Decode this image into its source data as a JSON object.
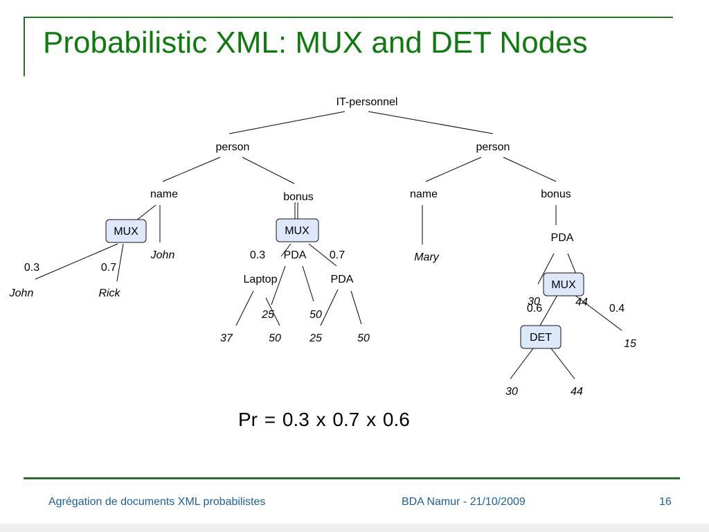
{
  "slide": {
    "title": "Probabilistic XML: MUX and DET Nodes",
    "formula": "Pr = 0.3  x 0.7 x 0.6",
    "footer": {
      "left": "Agrégation de documents XML probabilistes",
      "center": "BDA Namur - 21/10/2009",
      "page": "16"
    }
  },
  "colors": {
    "title": "#0f7a0f",
    "frame": "#2a6e2a",
    "footer": "#1b5e9b",
    "distributional_box": "#dde9fb"
  },
  "tree": {
    "root": "IT-personnel",
    "persons": [
      "person",
      "person"
    ],
    "p1": {
      "name": "name",
      "name_mux": "MUX",
      "name_value": "John",
      "mux_probs": [
        "0.3",
        "0.7"
      ],
      "mux_children": [
        "John",
        "Rick"
      ],
      "bonus": "bonus",
      "bonus_mux": "MUX",
      "bonus_probs": [
        "0.3",
        "0.7"
      ],
      "bonus_options": [
        "PDA",
        "Laptop",
        "PDA"
      ],
      "laptop_values": [
        "25",
        "37",
        "50"
      ],
      "pda_values": [
        "50",
        "25",
        "50"
      ]
    },
    "p2": {
      "name": "name",
      "name_value": "Mary",
      "bonus": "bonus",
      "pda": "PDA",
      "pda_values": [
        "30",
        "44"
      ],
      "mux": "MUX",
      "mux_probs": [
        "0.6",
        "0.4"
      ],
      "det": "DET",
      "det_values": [
        "30",
        "44"
      ],
      "alt_value": "15"
    }
  }
}
